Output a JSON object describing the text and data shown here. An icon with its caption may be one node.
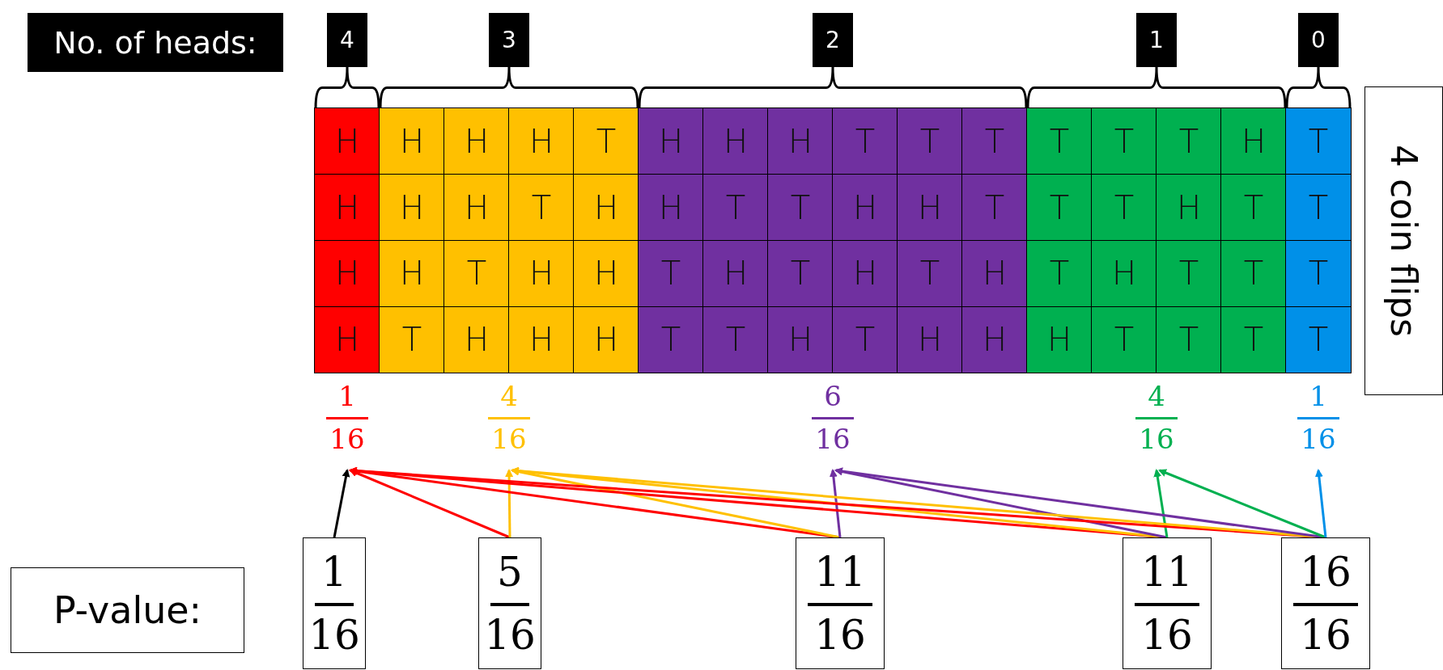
{
  "diagram": {
    "nodes": [
      {
        "text": [
          "No. of heads:"
        ]
      },
      {
        "text": [
          "4"
        ]
      },
      {
        "text": [
          "3"
        ]
      },
      {
        "text": [
          "2"
        ]
      },
      {
        "text": [
          "1"
        ]
      },
      {
        "text": [
          "0"
        ]
      },
      {
        "text": [
          "H",
          "H",
          "H",
          "H"
        ]
      },
      {
        "text": [
          "H",
          "H",
          "H",
          "T",
          "H",
          "H",
          "T",
          "H",
          "H",
          "T",
          "H",
          "H",
          "T",
          "H",
          "H",
          "H"
        ]
      },
      {
        "text": [
          "H",
          "H",
          "H",
          "T",
          "T",
          "T",
          "H",
          "T",
          "T",
          "H",
          "H",
          "T",
          "T",
          "H",
          "T",
          "H",
          "T",
          "H",
          "T",
          "T",
          "H",
          "T",
          "H",
          "H"
        ]
      },
      {
        "text": [
          "T",
          "T",
          "T",
          "H",
          "T",
          "T",
          "H",
          "T",
          "T",
          "H",
          "T",
          "T",
          "H",
          "T",
          "T",
          "T"
        ]
      },
      {
        "text": [
          "T",
          "T",
          "T",
          "T"
        ]
      },
      {
        "text": [
          "4 coin flips"
        ]
      },
      {
        "text": [
          "1",
          "16"
        ]
      },
      {
        "text": [
          "4",
          "16"
        ]
      },
      {
        "text": [
          "6",
          "16"
        ]
      },
      {
        "text": [
          "4",
          "16"
        ]
      },
      {
        "text": [
          "1",
          "16"
        ]
      },
      {
        "text": [
          "P-value:"
        ]
      },
      {
        "text": [
          "1",
          "16"
        ]
      },
      {
        "text": [
          "5",
          "16"
        ]
      },
      {
        "text": [
          "11",
          "16"
        ]
      },
      {
        "text": [
          "11",
          "16"
        ]
      },
      {
        "text": [
          "16",
          "16"
        ]
      }
    ],
    "edges": [
      {
        "from": 18,
        "to": 12,
        "arrow": "to",
        "color": "#000000"
      },
      {
        "from": 19,
        "to": 12,
        "arrow": "to"
      },
      {
        "from": 19,
        "to": 13,
        "arrow": "to",
        "color": "#ffc000"
      },
      {
        "from": 20,
        "to": 12,
        "arrow": "to"
      },
      {
        "from": 20,
        "to": 13,
        "arrow": "to",
        "color": "#ffc000"
      },
      {
        "from": 20,
        "to": 14,
        "arrow": "to",
        "color": "#7030a0"
      },
      {
        "from": 21,
        "to": 12,
        "arrow": "to"
      },
      {
        "from": 21,
        "to": 13,
        "arrow": "to",
        "color": "#ffc000"
      },
      {
        "from": 21,
        "to": 14,
        "arrow": "to",
        "color": "#7030a0"
      },
      {
        "from": 21,
        "to": 15,
        "arrow": "to",
        "color": "#00b050"
      },
      {
        "from": 22,
        "to": 12,
        "arrow": "to"
      },
      {
        "from": 22,
        "to": 13,
        "arrow": "to",
        "color": "#ffc000"
      },
      {
        "from": 22,
        "to": 14,
        "arrow": "to",
        "color": "#7030a0"
      },
      {
        "from": 22,
        "to": 15,
        "arrow": "to",
        "color": "#00b050"
      },
      {
        "from": 22,
        "to": 16,
        "arrow": "to",
        "color": "#0090e8"
      }
    ]
  }
}
